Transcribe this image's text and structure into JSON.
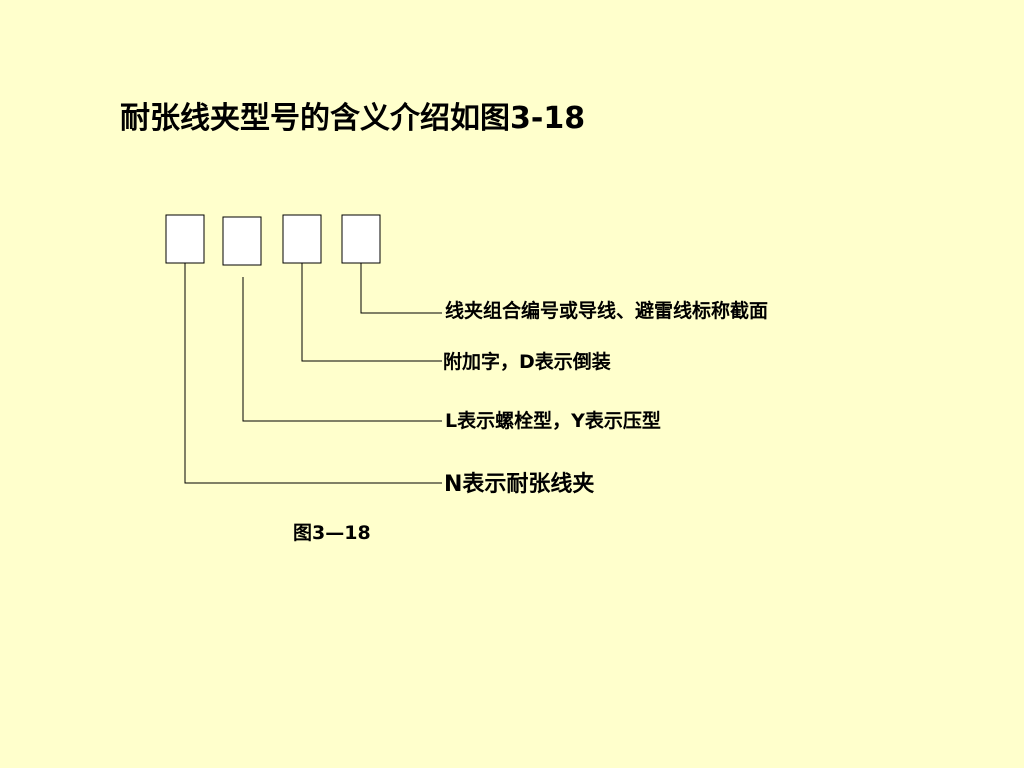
{
  "title": "耐张线夹型号的含义介绍如图3-18",
  "diagram": {
    "labels": [
      "线夹组合编号或导线、避雷线标称截面",
      "附加字，D表示倒装",
      "L表示螺栓型，Y表示压型",
      "N表示耐张线夹"
    ],
    "caption": "图3—18"
  },
  "colors": {
    "background": "#FFFFCC",
    "box_fill": "#FFFFFF",
    "line": "#000000"
  }
}
